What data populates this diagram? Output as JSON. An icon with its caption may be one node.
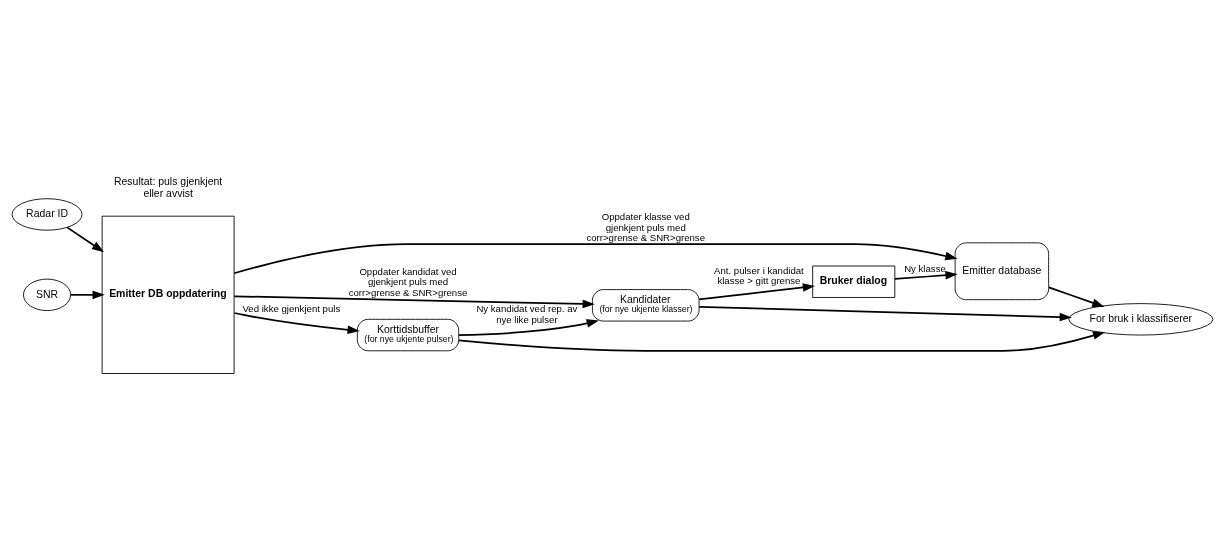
{
  "diagram": {
    "nodes": [
      {
        "text": [
          "Radar ID"
        ]
      },
      {
        "text": [
          "SNR"
        ]
      },
      {
        "text": [
          "Emitter DB oppdatering"
        ]
      },
      {
        "text": [
          "Emitter database"
        ]
      },
      {
        "text": [
          "Bruker dialog"
        ]
      },
      {
        "text": [
          "Kandidater",
          "(for nye ukjente klasser)"
        ]
      },
      {
        "text": [
          "Korttidsbuffer",
          "(for nye ukjente pulser)"
        ]
      },
      {
        "text": [
          "For bruk i klassifiserer"
        ]
      }
    ],
    "edges": [
      {
        "from": 0,
        "to": 2,
        "arrow": "to"
      },
      {
        "from": 1,
        "to": 2,
        "arrow": "to"
      },
      {
        "from": 2,
        "to": 3,
        "arrow": "to",
        "label": "Oppdater klasse ved gjenkjent puls med corr>grense & SNR>grense"
      },
      {
        "from": 4,
        "to": 3,
        "arrow": "to",
        "label": "Ny klasse"
      },
      {
        "from": 5,
        "to": 4,
        "arrow": "to",
        "label": "Ant. pulser i kandidat klasse > gitt grense"
      },
      {
        "from": 2,
        "to": 5,
        "arrow": "to",
        "label": "Oppdater kandidat ved gjenkjent puls med corr>grense & SNR>grense"
      },
      {
        "from": 6,
        "to": 5,
        "arrow": "to",
        "label": "Ny kandidat ved rep. av nye like pulser"
      },
      {
        "from": 2,
        "to": 6,
        "arrow": "to",
        "label": "Ved ikke gjenkjent puls"
      },
      {
        "from": 3,
        "to": 7,
        "arrow": "to"
      },
      {
        "from": 5,
        "to": 7,
        "arrow": "to"
      },
      {
        "from": 6,
        "to": 7,
        "arrow": "to"
      }
    ],
    "labels": [
      "Resultat: puls gjenkjent eller avvist"
    ]
  }
}
